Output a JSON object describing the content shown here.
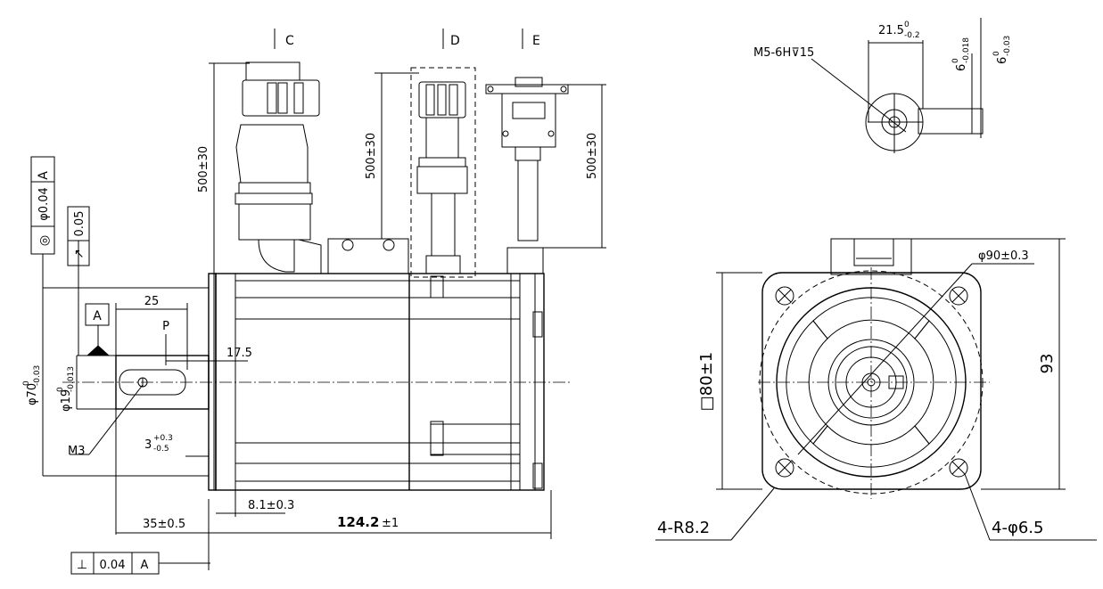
{
  "views": {
    "C": "C",
    "D": "D",
    "E": "E"
  },
  "datums": {
    "a_box": "A"
  },
  "tolerance_frames": {
    "concentricity": {
      "symbol": "◎",
      "value": "φ0.04",
      "datum": "A"
    },
    "runout": {
      "symbol": "↗",
      "value": "0.05"
    },
    "perpendicularity": {
      "symbol": "⊥",
      "value": "0.04",
      "datum": "A"
    }
  },
  "dimensions": {
    "cable_c": "500±30",
    "cable_d": "500±30",
    "cable_e": "500±30",
    "shaft_len": "25",
    "key_p": "P",
    "key_pos": "17.5",
    "spigot_dia": "φ70",
    "spigot_tol": "-0.03",
    "spigot_tol_up": "0",
    "shaft_dia": "φ19",
    "shaft_tol": "-0.013",
    "shaft_tol_up": "0",
    "key_depth": "3",
    "key_depth_up": "+0.3",
    "key_depth_low": "-0.5",
    "thread": "M3",
    "flange_thk": "8.1±0.3",
    "shaft_ext": "35±0.5",
    "body_len_main": "124.2",
    "body_len_tol": "±1",
    "tap": "M5-6H⊽15",
    "key_height": "21.5",
    "key_height_up": "0",
    "key_height_low": "-0.2",
    "key_w1": "6",
    "key_w1_up": "0",
    "key_w1_low": "-0.018",
    "key_w2": "6",
    "key_w2_up": "0",
    "key_w2_low": "-0.03",
    "pcd": "φ90±0.3",
    "flange_sq": "□80±1",
    "height": "93",
    "corner_r": "4-R8.2",
    "holes": "4-φ6.5"
  }
}
